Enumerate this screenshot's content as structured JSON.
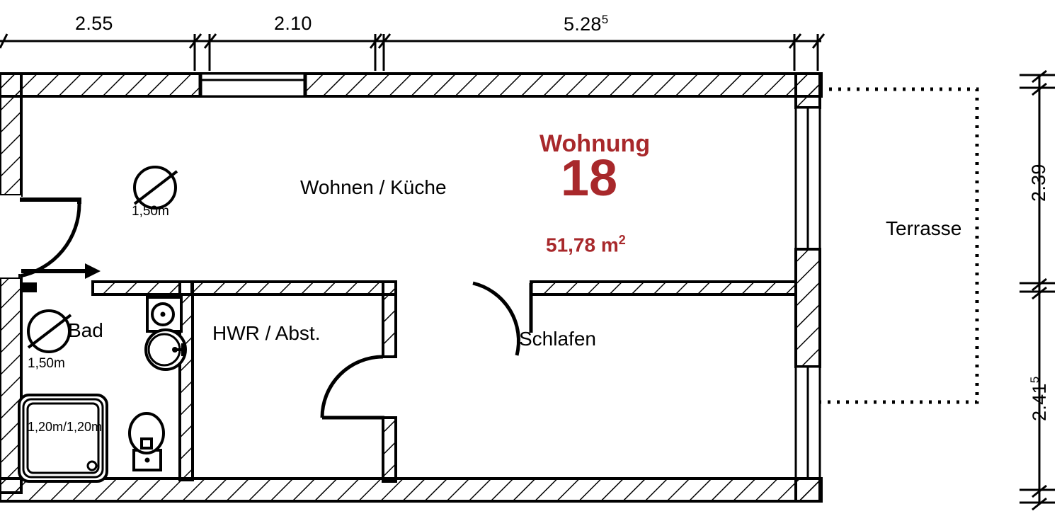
{
  "plan": {
    "kind": "apartment-floor-plan",
    "unit_label": {
      "title": "Wohnung",
      "number": "18",
      "area": "51,78 m",
      "area_sup": "2",
      "color": "#a8282b"
    },
    "rooms": [
      {
        "id": "wohnen-kueche",
        "label": "Wohnen / Küche"
      },
      {
        "id": "bad",
        "label": "Bad"
      },
      {
        "id": "hwr-abst",
        "label": "HWR / Abst."
      },
      {
        "id": "schlafen",
        "label": "Schlafen"
      },
      {
        "id": "terrasse",
        "label": "Terrasse"
      }
    ],
    "annotations": [
      {
        "id": "turn-circle-wohnen",
        "label": "1,50m"
      },
      {
        "id": "turn-circle-bad",
        "label": "1,50m"
      },
      {
        "id": "shower-size",
        "label": "1,20m/1,20m"
      }
    ],
    "dimensions_top": [
      {
        "id": "dim-top-1",
        "value": "2.55",
        "sup": ""
      },
      {
        "id": "dim-top-2",
        "value": "2.10",
        "sup": ""
      },
      {
        "id": "dim-top-3",
        "value": "5.28",
        "sup": "5"
      }
    ],
    "dimensions_right": [
      {
        "id": "dim-right-1",
        "value": "2.39",
        "sup": ""
      },
      {
        "id": "dim-right-2",
        "value": "2.41",
        "sup": "5"
      }
    ],
    "fixtures": [
      {
        "id": "washing-machine"
      },
      {
        "id": "sink"
      },
      {
        "id": "toilet"
      },
      {
        "id": "shower-tray"
      }
    ],
    "colors": {
      "line": "#000000",
      "accent": "#a8282b",
      "paper": "#ffffff"
    }
  }
}
